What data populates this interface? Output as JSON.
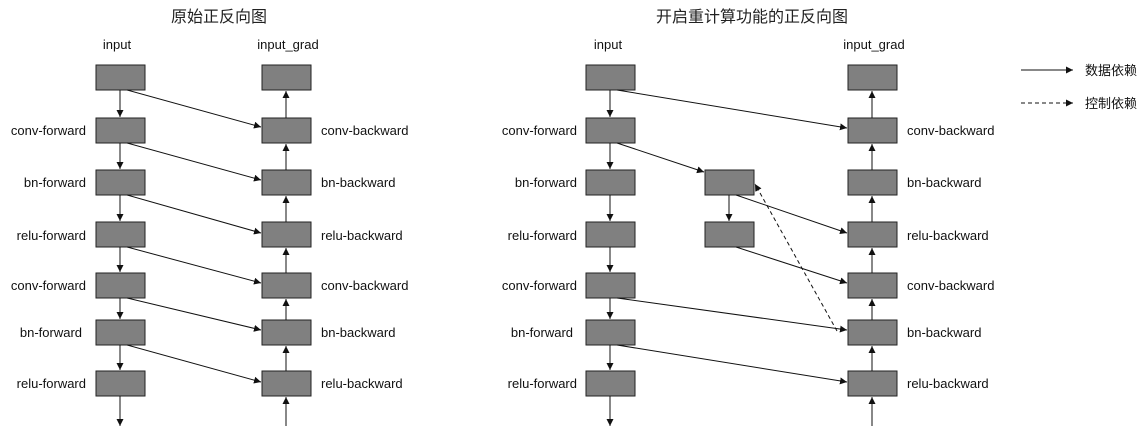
{
  "diagrams": [
    {
      "title": "原始正反向图",
      "forward_header": "input",
      "backward_header": "input_grad",
      "forward_labels": [
        "conv-forward",
        "bn-forward",
        "relu-forward",
        "conv-forward",
        "bn-forward",
        "relu-forward"
      ],
      "backward_labels": [
        "conv-backward",
        "bn-backward",
        "relu-backward",
        "conv-backward",
        "bn-backward",
        "relu-backward"
      ]
    },
    {
      "title": "开启重计算功能的正反向图",
      "forward_header": "input",
      "backward_header": "input_grad",
      "forward_labels": [
        "conv-forward",
        "bn-forward",
        "relu-forward",
        "conv-forward",
        "bn-forward",
        "relu-forward"
      ],
      "backward_labels": [
        "conv-backward",
        "bn-backward",
        "relu-backward",
        "conv-backward",
        "bn-backward",
        "relu-backward"
      ]
    }
  ],
  "legend": {
    "data_dependency": "数据依赖",
    "control_dependency": "控制依赖"
  }
}
